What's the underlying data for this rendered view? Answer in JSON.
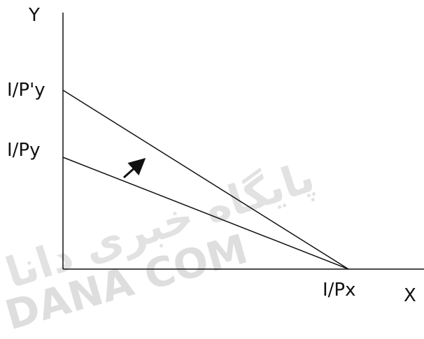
{
  "diagram": {
    "axes": {
      "y_label": "Y",
      "x_label": "X"
    },
    "intercepts": {
      "y_high": "I/P'y",
      "y_low": "I/Py",
      "x": "I/Px"
    },
    "colors": {
      "line": "#111111",
      "watermark": "#dddddd"
    }
  },
  "watermark": {
    "persian": "پایگاه خبری دانا",
    "latin": "DANA COM"
  }
}
